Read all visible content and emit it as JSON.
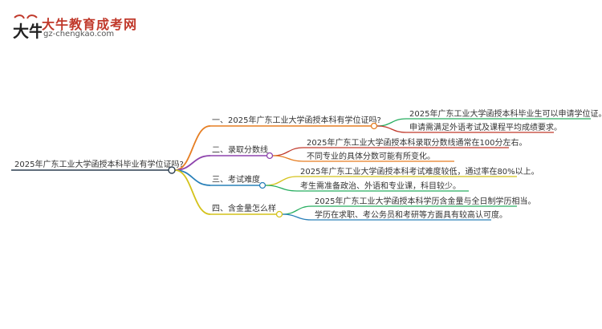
{
  "brand": {
    "logo_glyphs": "大牛",
    "title": "大牛教育成考网",
    "url": "gz-chengkao.com"
  },
  "mindmap": {
    "root": "2025年广东工业大学函授本科毕业有学位证吗?",
    "branches": [
      {
        "label": "一、2025年广东工业大学函授本科有学位证吗?",
        "color": "#e67e22",
        "leaves": [
          {
            "text": "2025年广东工业大学函授本科毕业生可以申请学位证。",
            "color": "#27ae60"
          },
          {
            "text": "申请需满足外语考试及课程平均成绩要求。",
            "color": "#c0392b"
          }
        ]
      },
      {
        "label": "二、录取分数线",
        "color": "#8e44ad",
        "leaves": [
          {
            "text": "2025年广东工业大学函授本科录取分数线通常在100分左右。",
            "color": "#c0392b"
          },
          {
            "text": "不同专业的具体分数可能有所变化。",
            "color": "#e67e22"
          }
        ]
      },
      {
        "label": "三、考试难度",
        "color": "#2980b9",
        "leaves": [
          {
            "text": "2025年广东工业大学函授本科考试难度较低，通过率在80%以上。",
            "color": "#d4c21a"
          },
          {
            "text": "考生需准备政治、外语和专业课，科目较少。",
            "color": "#27ae60"
          }
        ]
      },
      {
        "label": "四、含金量怎么样",
        "color": "#d4c21a",
        "leaves": [
          {
            "text": "2025年广东工业大学函授本科学历含金量与全日制学历相当。",
            "color": "#27ae60"
          },
          {
            "text": "学历在求职、考公务员和考研等方面具有较高认可度。",
            "color": "#2980b9"
          }
        ]
      }
    ]
  }
}
